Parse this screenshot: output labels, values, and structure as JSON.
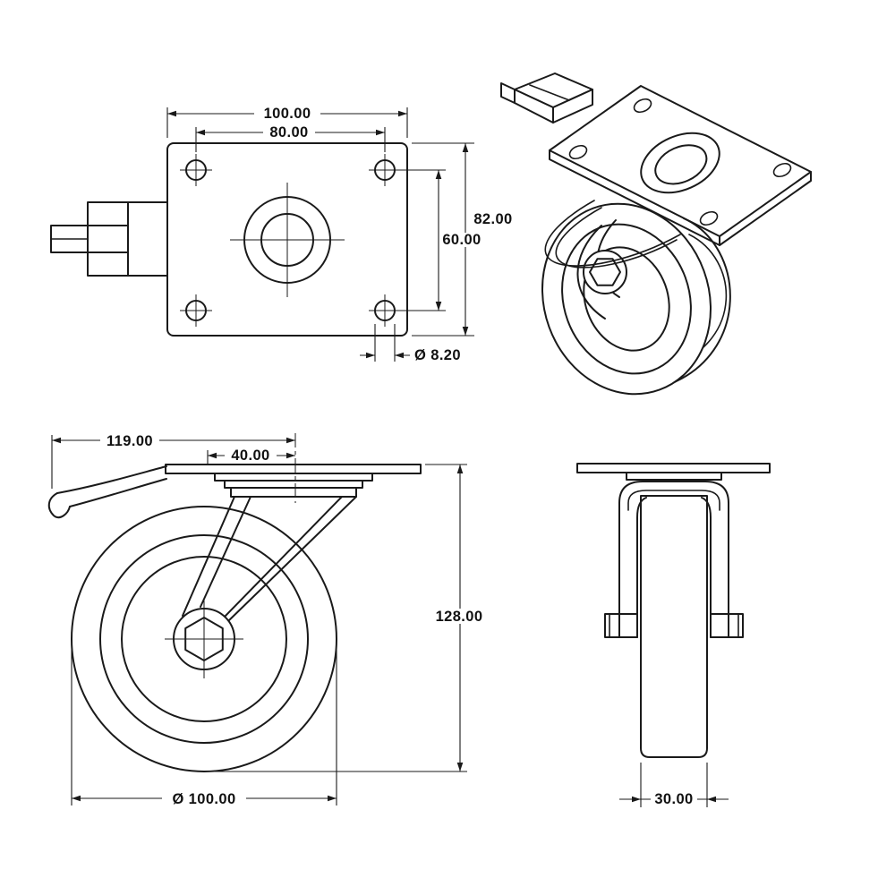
{
  "page": {
    "background": "#ffffff",
    "line_color": "#1a1a1a"
  },
  "views": {
    "plate_top": {
      "label": "mounting-plate-top-view",
      "dims": {
        "plate_width": "100.00",
        "hole_spacing_x": "80.00",
        "plate_height": "82.00",
        "hole_spacing_y": "60.00",
        "hole_diameter": "Ø 8.20"
      }
    },
    "isometric": {
      "label": "caster-isometric-view"
    },
    "side": {
      "label": "caster-side-view",
      "dims": {
        "total_offset": "119.00",
        "swivel_offset": "40.00",
        "total_height": "128.00",
        "wheel_diameter": "Ø 100.00"
      }
    },
    "front": {
      "label": "caster-front-view",
      "dims": {
        "wheel_width": "30.00"
      }
    }
  }
}
